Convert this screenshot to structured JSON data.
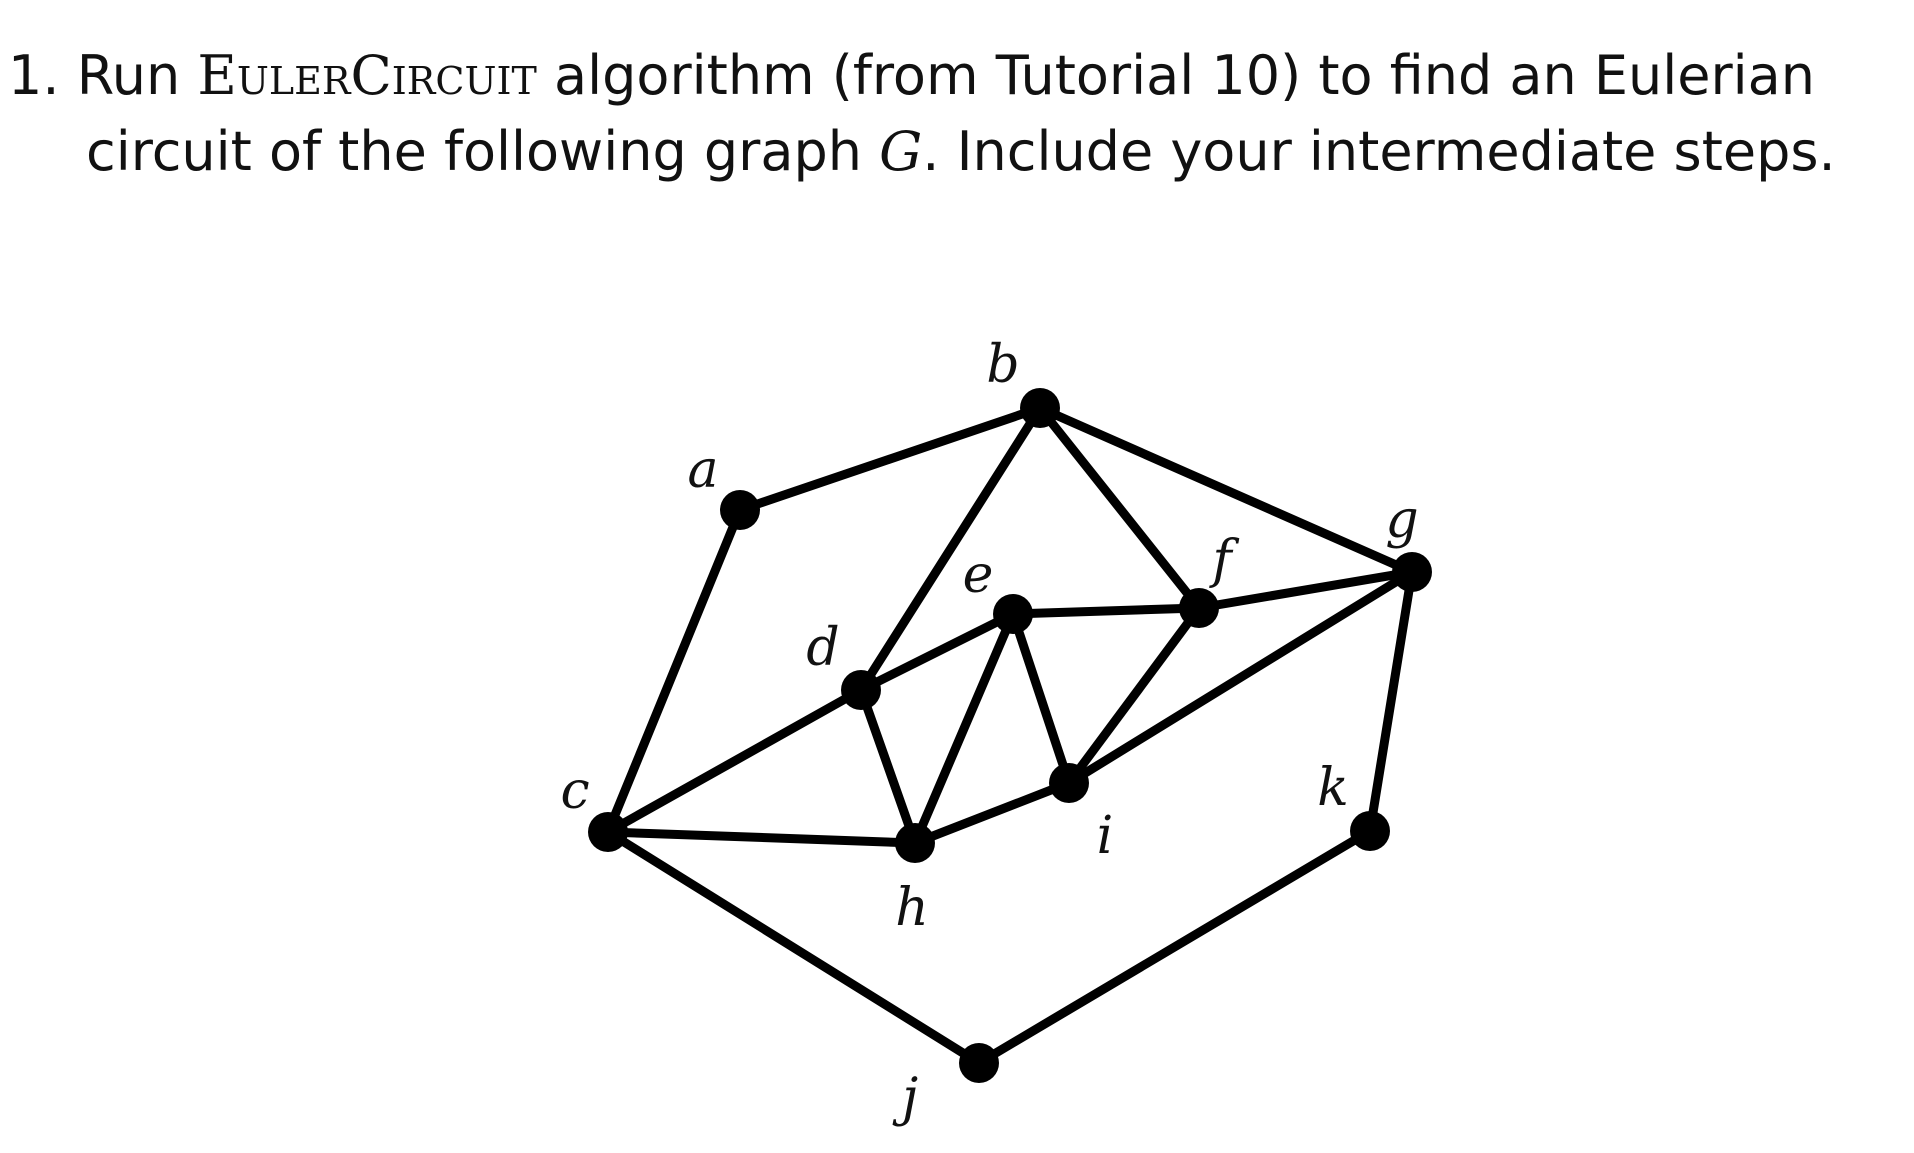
{
  "question": {
    "number": "1.",
    "text_before": "Run",
    "algorithm_name": "EulerCircuit",
    "text_after": "algorithm (from Tutorial 10) to find an Eulerian",
    "line2_before": "circuit of the following graph",
    "graph_symbol": "G",
    "line2_after": ". Include your intermediate steps."
  },
  "graph": {
    "name": "G",
    "nodes": [
      {
        "id": "a",
        "label": "a"
      },
      {
        "id": "b",
        "label": "b"
      },
      {
        "id": "c",
        "label": "c"
      },
      {
        "id": "d",
        "label": "d"
      },
      {
        "id": "e",
        "label": "e"
      },
      {
        "id": "f",
        "label": "f"
      },
      {
        "id": "g",
        "label": "g"
      },
      {
        "id": "h",
        "label": "h"
      },
      {
        "id": "i",
        "label": "i"
      },
      {
        "id": "j",
        "label": "j"
      },
      {
        "id": "k",
        "label": "k"
      }
    ],
    "edges": [
      [
        "a",
        "b"
      ],
      [
        "a",
        "c"
      ],
      [
        "b",
        "d"
      ],
      [
        "b",
        "f"
      ],
      [
        "b",
        "g"
      ],
      [
        "c",
        "d"
      ],
      [
        "c",
        "h"
      ],
      [
        "c",
        "j"
      ],
      [
        "d",
        "e"
      ],
      [
        "d",
        "h"
      ],
      [
        "e",
        "f"
      ],
      [
        "e",
        "h"
      ],
      [
        "e",
        "i"
      ],
      [
        "f",
        "g"
      ],
      [
        "f",
        "i"
      ],
      [
        "g",
        "i"
      ],
      [
        "g",
        "k"
      ],
      [
        "h",
        "i"
      ],
      [
        "j",
        "k"
      ]
    ]
  }
}
